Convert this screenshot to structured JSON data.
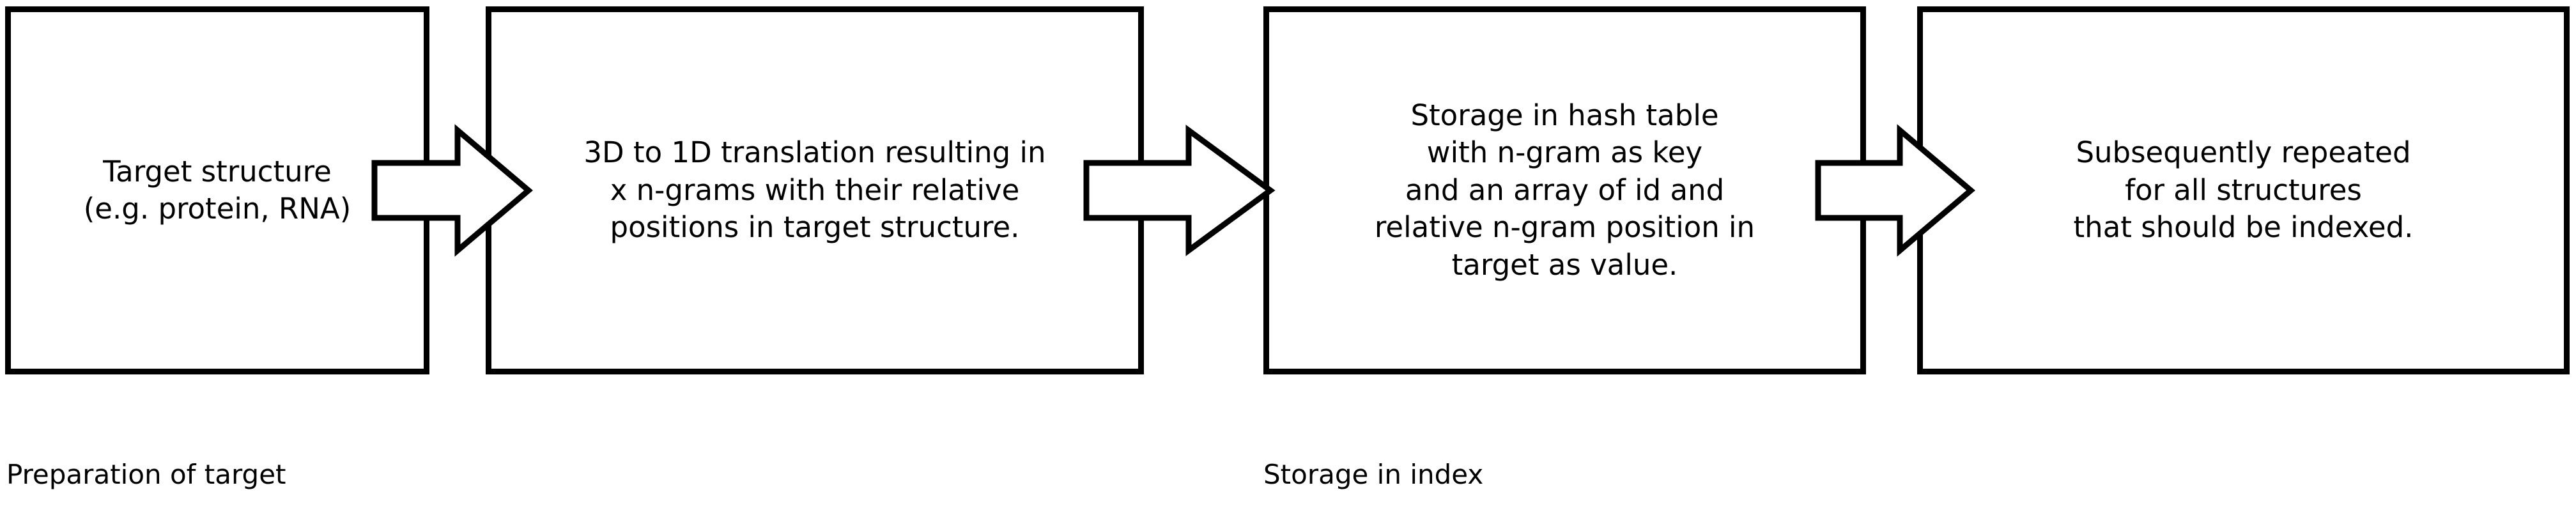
{
  "diagram": {
    "type": "flowchart",
    "orientation": "left-to-right",
    "background_color": "#ffffff",
    "stroke_color": "#000000",
    "nodes": [
      {
        "id": "box-1",
        "name": "target-structure",
        "text": "Target structure\n(e.g. protein, RNA)"
      },
      {
        "id": "box-2",
        "name": "3d-to-1d-translation",
        "text": "3D to 1D translation resulting in\nx  n-grams  with  their relative\npositions in target structure."
      },
      {
        "id": "box-3",
        "name": "hash-table-storage",
        "text": "Storage in hash table\nwith n-gram as key\nand an array of id and\nrelative  n-gram position in\ntarget as value."
      },
      {
        "id": "box-4",
        "name": "repeat-for-all-structures",
        "text": "Subsequently repeated\nfor all structures\nthat should be indexed."
      }
    ],
    "connectors": [
      {
        "id": "arrow-1",
        "name": "arrow-box1-to-box2",
        "shape": "hollow-block-arrow",
        "direction": "right"
      },
      {
        "id": "arrow-2",
        "name": "arrow-box2-to-box3",
        "shape": "hollow-block-arrow",
        "direction": "right"
      },
      {
        "id": "arrow-3",
        "name": "arrow-box3-to-box4",
        "shape": "hollow-block-arrow",
        "direction": "right"
      }
    ],
    "stage_labels": [
      {
        "id": "label-preparation",
        "name": "stage-label-preparation",
        "text": "Preparation of target"
      },
      {
        "id": "label-storage",
        "name": "stage-label-storage",
        "text": "Storage in index"
      }
    ]
  }
}
